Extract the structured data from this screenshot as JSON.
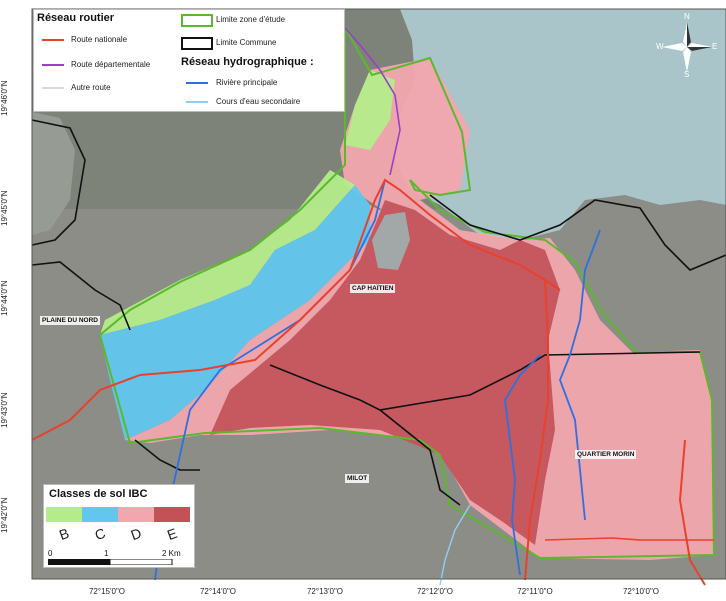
{
  "latitude_labels": [
    "19°46'0\"N",
    "19°45'0\"N",
    "19°44'0\"N",
    "19°43'0\"N",
    "19°42'0\"N"
  ],
  "longitude_labels": [
    "72°15'0\"O",
    "72°14'0\"O",
    "72°13'0\"O",
    "72°12'0\"O",
    "72°11'0\"O",
    "72°10'0\"O"
  ],
  "places": {
    "cap_haitien": "CAP HAÏTIEN",
    "plaine_du_nord": "PLAINE DU NORD",
    "milot": "MILOT",
    "quartier_morin": "QUARTIER MORIN"
  },
  "legend": {
    "road_title": "Réseau routier",
    "road_nationale": "Route nationale",
    "road_departementale": "Route départementale",
    "road_autre": "Autre route",
    "limite_zone": "Limite zone d'étude",
    "limite_commune": "Limite Commune",
    "hydro_title": "Réseau hydrographique :",
    "riviere": "Rivière principale",
    "cours_eau": "Cours d'eau secondaire"
  },
  "colors": {
    "route_nationale": "#e8412c",
    "route_departementale": "#9b3fc8",
    "autre_route": "#d9d9d9",
    "limite_zone": "#5cb82e",
    "limite_commune": "#111111",
    "riviere": "#2f6fe0",
    "cours_eau": "#8fd0f0",
    "class_B": "#b5ec8a",
    "class_C": "#62c6ee",
    "class_D": "#f2a6ae",
    "class_E": "#c25258"
  },
  "soil_classes": {
    "title": "Classes de sol IBC",
    "items": [
      "B",
      "C",
      "D",
      "E"
    ]
  },
  "scale": {
    "start": "0",
    "mid": "1",
    "end": "2 Km"
  },
  "north_arrow": {
    "n": "N",
    "s": "S",
    "e": "E",
    "w": "W"
  }
}
